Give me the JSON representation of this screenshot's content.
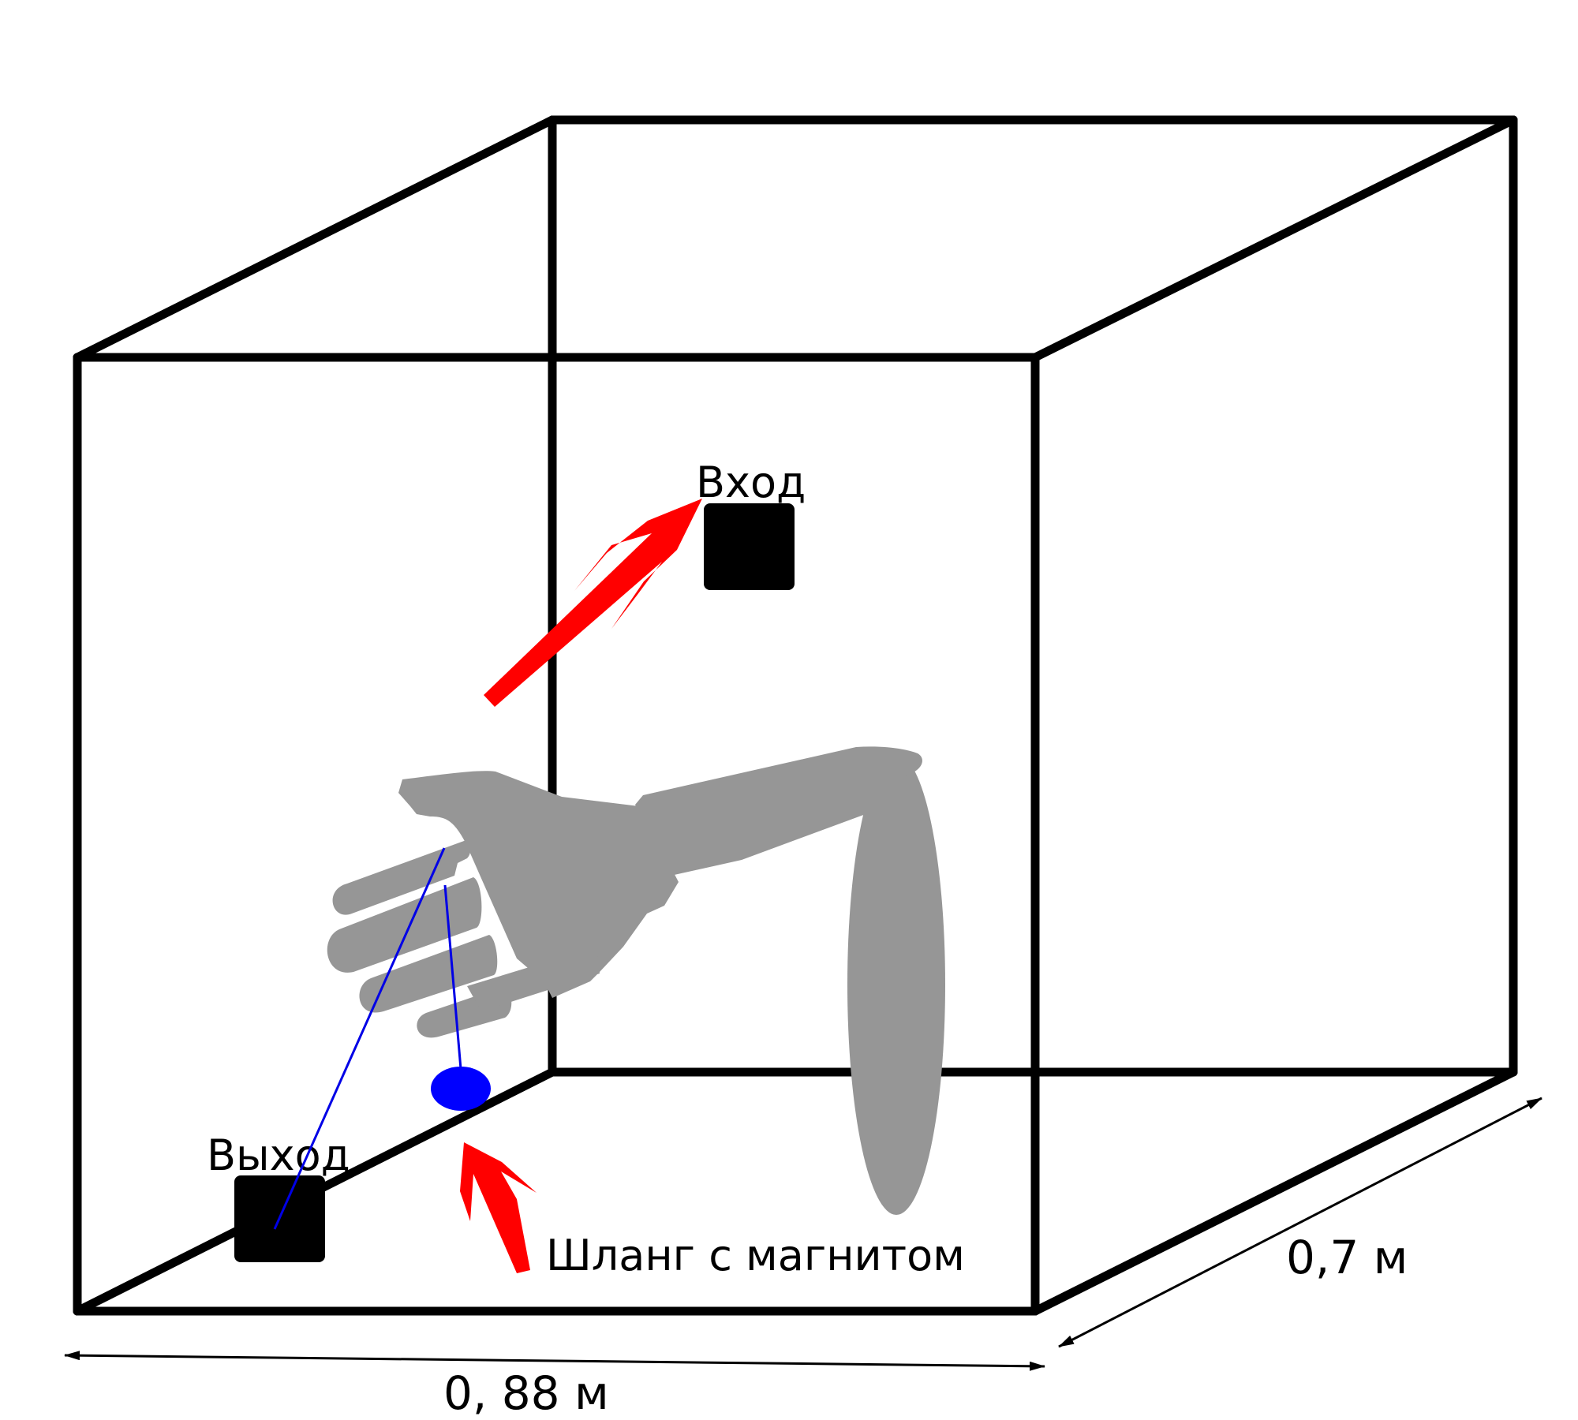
{
  "labels": {
    "entrance": "Вход",
    "exit": "Выход",
    "hose": "Шланг с магнитом",
    "width": "0, 88 м",
    "depth": "0,7 м"
  },
  "colors": {
    "frame": "#000000",
    "arrow": "#ff0000",
    "hand": "#969696",
    "hose": "#0000e6",
    "magnet": "#0000ff"
  },
  "icons": {
    "entrance": "entrance-port-square",
    "exit": "exit-port-square",
    "magnet": "magnet-ellipse",
    "hand": "hand-silhouette"
  }
}
